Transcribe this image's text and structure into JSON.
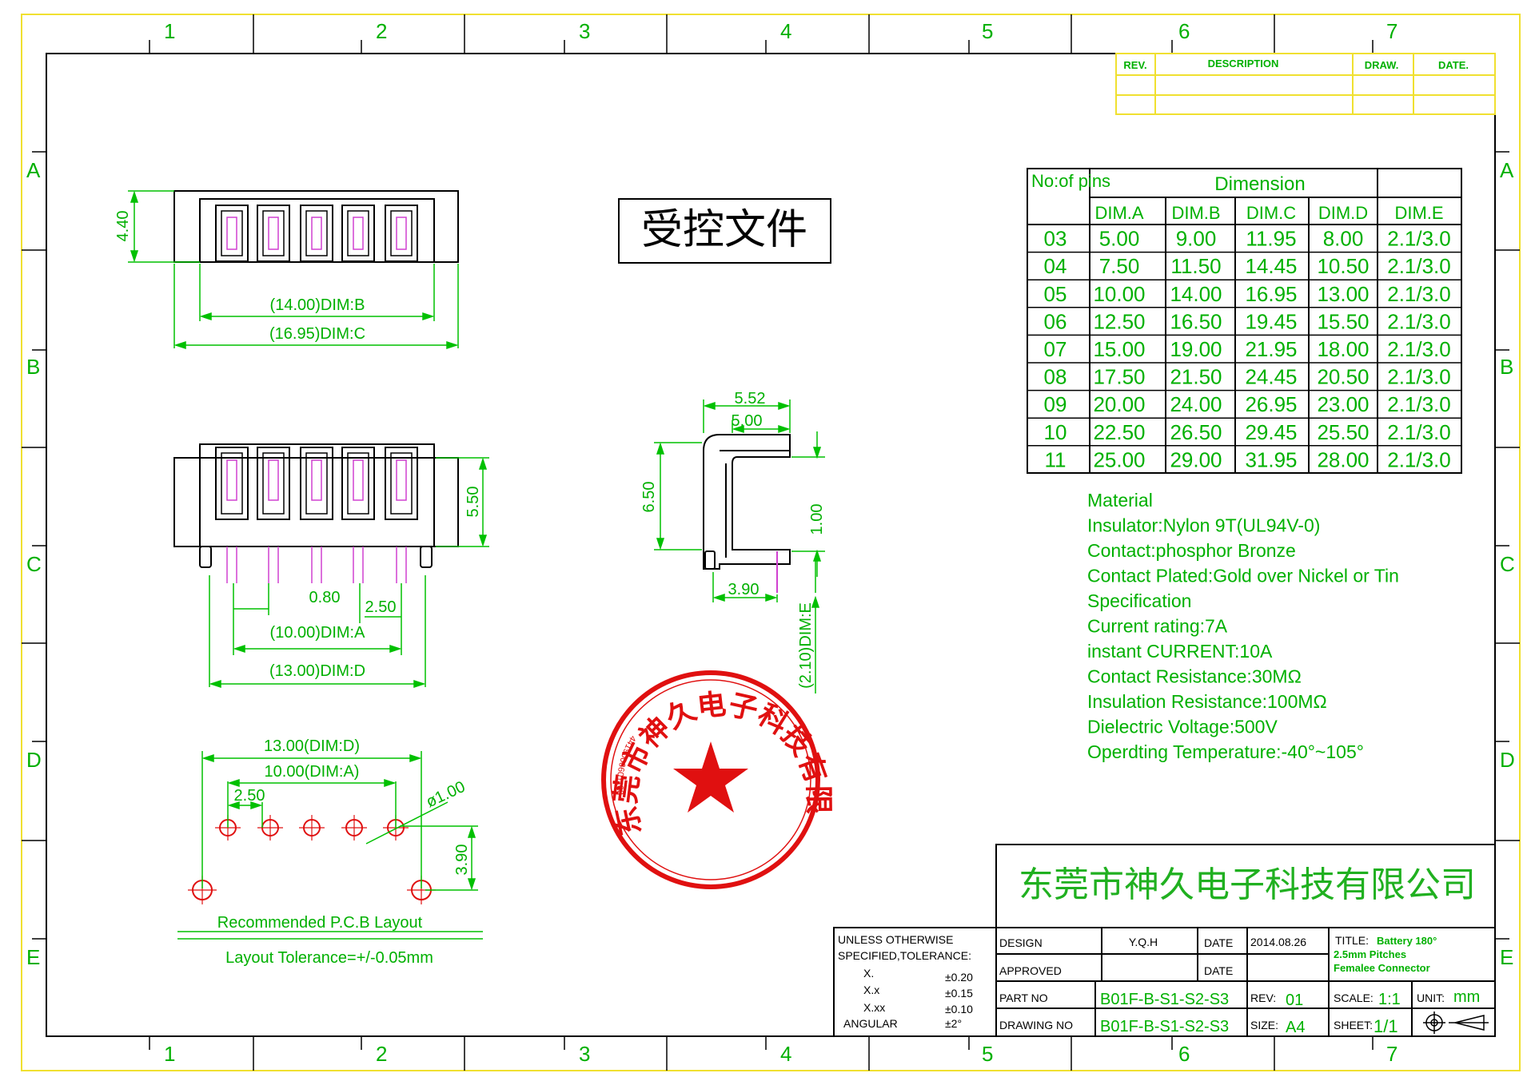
{
  "colors": {
    "frame": "#f0e030",
    "outline": "#000000",
    "dimension": "#00c000",
    "contact": "#d040d0",
    "stamp": "#e01010",
    "company": "#20b020"
  },
  "border": {
    "columns": [
      "1",
      "2",
      "3",
      "4",
      "5",
      "6",
      "7"
    ],
    "rows": [
      "A",
      "B",
      "C",
      "D",
      "E"
    ]
  },
  "revision_table": {
    "headers": [
      "REV.",
      "DESCRIPTION",
      "DRAW.",
      "DATE."
    ]
  },
  "controlled_label": "受控文件",
  "top_view": {
    "dim_height": "4.40",
    "dim_b": "(14.00)DIM:B",
    "dim_c": "(16.95)DIM:C"
  },
  "front_view": {
    "dim_height": "5.50",
    "pitch_small": "0.80",
    "pitch": "2.50",
    "dim_a": "(10.00)DIM:A",
    "dim_d": "(13.00)DIM:D"
  },
  "side_view": {
    "dim_top_outer": "5.52",
    "dim_top_inner": "5.00",
    "dim_height": "6.50",
    "dim_right": "1.00",
    "dim_bottom": "3.90",
    "dim_e": "(2.10)DIM:E"
  },
  "pcb_layout": {
    "dim_d": "13.00(DIM:D)",
    "dim_a": "10.00(DIM:A)",
    "pitch": "2.50",
    "hole": "ø1.00",
    "offset": "3.90",
    "title": "Recommended P.C.B Layout",
    "tolerance": "Layout Tolerance=+/-0.05mm"
  },
  "stamp": {
    "company": "东莞市神久电子科技有限公司",
    "code": "4419006601188"
  },
  "dimension_table": {
    "header_pins": "No:of pins",
    "header_dimension": "Dimension",
    "columns": [
      "DIM.A",
      "DIM.B",
      "DIM.C",
      "DIM.D",
      "DIM.E"
    ],
    "rows": [
      [
        "03",
        "5.00",
        "9.00",
        "11.95",
        "8.00",
        "2.1/3.0"
      ],
      [
        "04",
        "7.50",
        "11.50",
        "14.45",
        "10.50",
        "2.1/3.0"
      ],
      [
        "05",
        "10.00",
        "14.00",
        "16.95",
        "13.00",
        "2.1/3.0"
      ],
      [
        "06",
        "12.50",
        "16.50",
        "19.45",
        "15.50",
        "2.1/3.0"
      ],
      [
        "07",
        "15.00",
        "19.00",
        "21.95",
        "18.00",
        "2.1/3.0"
      ],
      [
        "08",
        "17.50",
        "21.50",
        "24.45",
        "20.50",
        "2.1/3.0"
      ],
      [
        "09",
        "20.00",
        "24.00",
        "26.95",
        "23.00",
        "2.1/3.0"
      ],
      [
        "10",
        "22.50",
        "26.50",
        "29.45",
        "25.50",
        "2.1/3.0"
      ],
      [
        "11",
        "25.00",
        "29.00",
        "31.95",
        "28.00",
        "2.1/3.0"
      ]
    ]
  },
  "specs": [
    "Material",
    "Insulator:Nylon 9T(UL94V-0)",
    "Contact:phosphor Bronze",
    "Contact Plated:Gold over Nickel or Tin",
    "Specification",
    "Current rating:7A",
    "instant CURRENT:10A",
    "Contact Resistance:30MΩ",
    "Insulation Resistance:100MΩ",
    "Dielectric Voltage:500V",
    "Operdting Temperature:-40°~105°"
  ],
  "title_block": {
    "company": "东莞市神久电子科技有限公司",
    "tolerance_header_1": "UNLESS OTHERWISE",
    "tolerance_header_2": "SPECIFIED,TOLERANCE:",
    "tolerances": [
      {
        "label": "X.",
        "value": "±0.20"
      },
      {
        "label": "X.x",
        "value": "±0.15"
      },
      {
        "label": "X.xx",
        "value": "±0.10"
      },
      {
        "label": "ANGULAR",
        "value": "±2°"
      }
    ],
    "design_label": "DESIGN",
    "design_value": "Y.Q.H",
    "date_label": "DATE",
    "date_value": "2014.08.26",
    "approved_label": "APPROVED",
    "date_label_2": "DATE",
    "part_no_label": "PART NO",
    "part_no_value": "B01F-B-S1-S2-S3",
    "rev_label": "REV:",
    "rev_value": "01",
    "drawing_no_label": "DRAWING NO",
    "drawing_no_value": "B01F-B-S1-S2-S3",
    "size_label": "SIZE:",
    "size_value": "A4",
    "title_label": "TITLE:",
    "title_line1": "Battery 180°",
    "title_line2": "2.5mm Pitches",
    "title_line3": "Femalee Connector",
    "scale_label": "SCALE:",
    "scale_value": "1:1",
    "unit_label": "UNIT:",
    "unit_value": "mm",
    "sheet_label": "SHEET:",
    "sheet_value": "1/1"
  }
}
